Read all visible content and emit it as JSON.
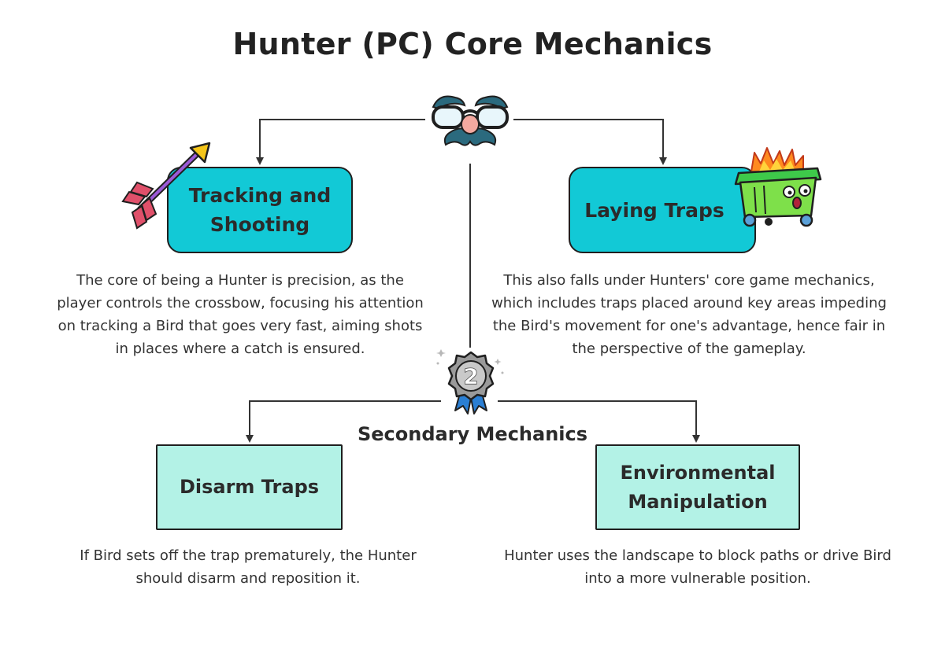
{
  "title": "Hunter (PC) Core Mechanics",
  "primary": {
    "left": {
      "label": "Tracking and\nShooting",
      "description": "The core of being a Hunter is precision, as the player controls the crossbow, focusing his attention on tracking a Bird that goes very fast, aiming shots in places where a catch is ensured."
    },
    "right": {
      "label": "Laying Traps",
      "description": "This also falls under Hunters' core game mechanics, which includes traps placed around key areas impeding the Bird's movement for one's advantage, hence fair in the perspective of the gameplay."
    }
  },
  "secondary": {
    "heading": "Secondary Mechanics",
    "badge_number": "2",
    "left": {
      "label": "Disarm Traps",
      "description": "If Bird sets off the trap prematurely, the Hunter should disarm and reposition it."
    },
    "right": {
      "label": "Environmental\nManipulation",
      "description": "Hunter uses the landscape to block paths or drive Bird into a more vulnerable position."
    }
  },
  "icons": {
    "top": "disguise-glasses-icon",
    "left": "arrow-icon",
    "right": "burning-dumpster-icon",
    "middle": "second-place-ribbon-icon"
  },
  "colors": {
    "primary_box": "#12c9d6",
    "secondary_box": "#b3f2e6",
    "line": "#333333",
    "text": "#222222"
  }
}
